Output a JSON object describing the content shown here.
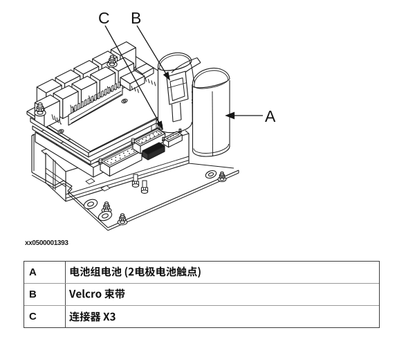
{
  "page": {
    "background": "#ffffff",
    "line_color": "#1c1c1c"
  },
  "figure": {
    "caption": "xx0500001393",
    "callouts": [
      {
        "letter": "A",
        "points_to": "battery pack"
      },
      {
        "letter": "B",
        "points_to": "velcro strap"
      },
      {
        "letter": "C",
        "points_to": "connector X3"
      }
    ]
  },
  "table": {
    "rows": [
      {
        "key": "A",
        "label": "电池组电池 (2电极电池触点)"
      },
      {
        "key": "B",
        "label": "Velcro 束带"
      },
      {
        "key": "C",
        "label": "连接器 X3"
      }
    ]
  }
}
